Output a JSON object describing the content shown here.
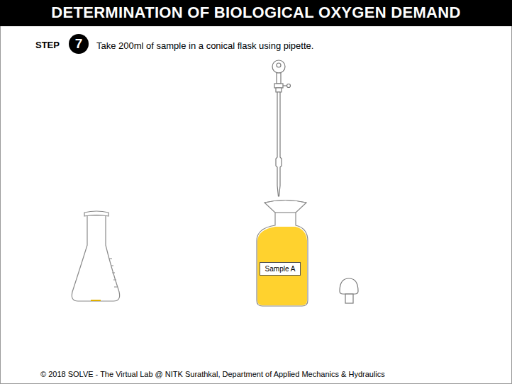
{
  "diagram": {
    "title": "DETERMINATION OF BIOLOGICAL OXYGEN DEMAND",
    "nodes": [
      {
        "text": [
          "7"
        ]
      },
      {
        "text": [
          "Sample A"
        ]
      }
    ],
    "labels": [
      "STEP",
      "Take 200ml of sample in a conical flask using pipette.",
      "© 2018 SOLVE - The Virtual Lab @ NITK Surathkal, Department of Applied Mechanics & Hydraulics"
    ]
  }
}
